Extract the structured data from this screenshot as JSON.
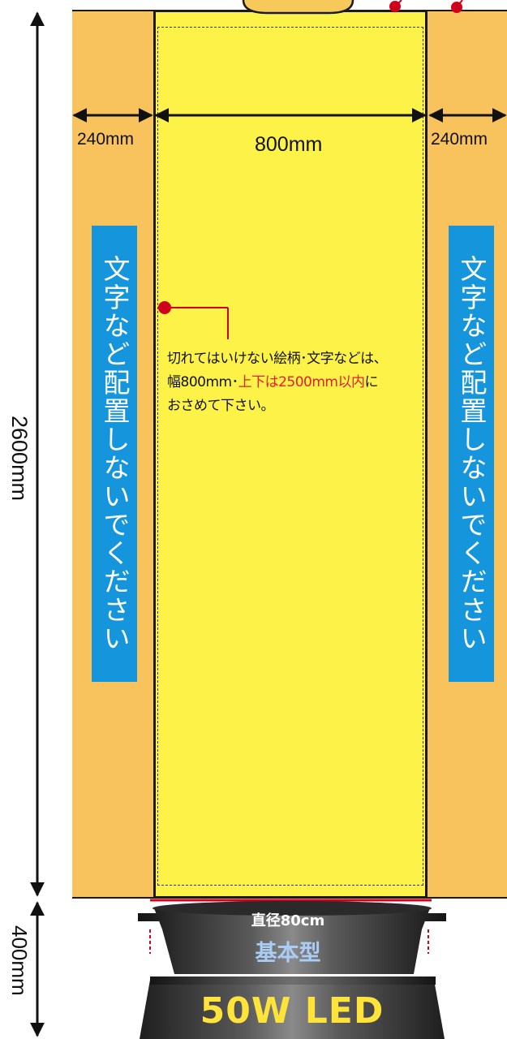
{
  "dimensions": {
    "left_margin": "240mm",
    "center_width": "800mm",
    "right_margin": "240mm",
    "banner_height": "2600mm",
    "stand_height": "400mm"
  },
  "warning_text": "文字など配置しないでください",
  "note": {
    "line1": "切れてはいけない絵柄･文字などは、",
    "line2_prefix": "幅800mm･",
    "line2_red": "上下は2500mm以内",
    "line2_suffix": "に",
    "line3": "おさめて下さい。"
  },
  "stand": {
    "diameter": "直径80cm",
    "type": "基本型",
    "led": "50W LED"
  },
  "colors": {
    "side_panel": "#f8c35c",
    "center_panel": "#fdf247",
    "warning_box": "#1596dc",
    "highlight_red": "#e41e2c"
  }
}
